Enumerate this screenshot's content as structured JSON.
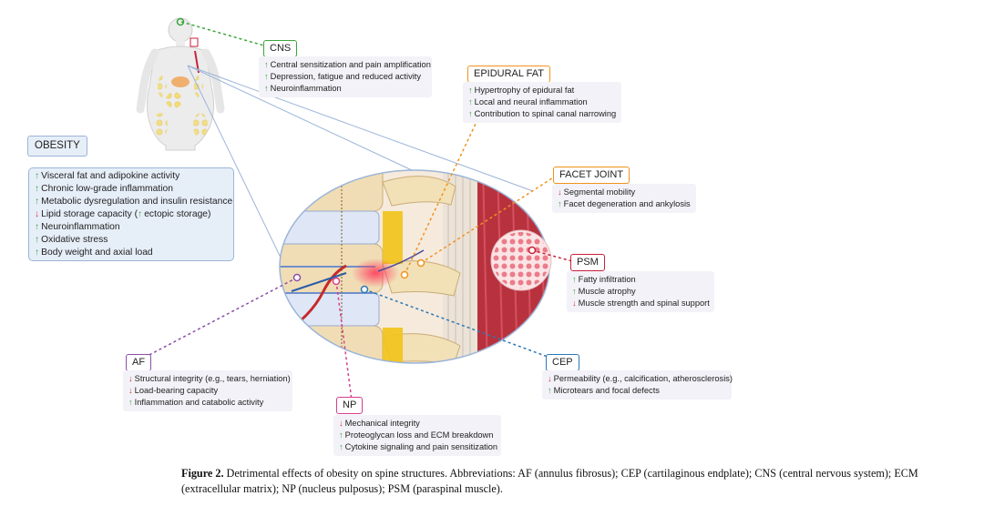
{
  "obesity": {
    "title": "OBESITY",
    "items": [
      {
        "dir": "up",
        "text": "Visceral fat and adipokine activity"
      },
      {
        "dir": "up",
        "text": "Chronic low-grade inflammation"
      },
      {
        "dir": "up",
        "text": "Metabolic dysregulation and insulin resistance"
      },
      {
        "dir": "down",
        "text": "Lipid storage capacity (",
        "extra_dir": "up",
        "extra_text": "ectopic storage)"
      },
      {
        "dir": "up",
        "text": "Neuroinflammation"
      },
      {
        "dir": "up",
        "text": "Oxidative stress"
      },
      {
        "dir": "up",
        "text": "Body weight and axial load"
      }
    ]
  },
  "cns": {
    "title": "CNS",
    "items": [
      {
        "dir": "up",
        "text": "Central sensitization and pain amplification"
      },
      {
        "dir": "up",
        "text": "Depression, fatigue and reduced activity"
      },
      {
        "dir": "up",
        "text": "Neuroinflammation"
      }
    ]
  },
  "epidural_fat": {
    "title": "EPIDURAL FAT",
    "items": [
      {
        "dir": "up",
        "text": "Hypertrophy of epidural fat"
      },
      {
        "dir": "up",
        "text": "Local and neural inflammation"
      },
      {
        "dir": "up",
        "text": "Contribution to spinal canal narrowing"
      }
    ]
  },
  "facet_joint": {
    "title": "FACET JOINT",
    "items": [
      {
        "dir": "down",
        "text": "Segmental mobility"
      },
      {
        "dir": "up",
        "text": "Facet degeneration and ankylosis"
      }
    ]
  },
  "psm": {
    "title": "PSM",
    "items": [
      {
        "dir": "up",
        "text": "Fatty infiltration"
      },
      {
        "dir": "up",
        "text": "Muscle atrophy"
      },
      {
        "dir": "down",
        "text": "Muscle strength and spinal support"
      }
    ]
  },
  "cep": {
    "title": "CEP",
    "items": [
      {
        "dir": "down",
        "text": "Permeability (e.g., calcification, atherosclerosis)"
      },
      {
        "dir": "up",
        "text": "Microtears and focal defects"
      }
    ]
  },
  "af": {
    "title": "AF",
    "items": [
      {
        "dir": "down",
        "text": "Structural integrity (e.g., tears, herniation)"
      },
      {
        "dir": "down",
        "text": "Load-bearing capacity"
      },
      {
        "dir": "up",
        "text": "Inflammation and catabolic activity"
      }
    ]
  },
  "np": {
    "title": "NP",
    "items": [
      {
        "dir": "down",
        "text": "Mechanical integrity"
      },
      {
        "dir": "up",
        "text": "Proteoglycan loss and ECM breakdown"
      },
      {
        "dir": "up",
        "text": "Cytokine signaling and pain sensitization"
      }
    ]
  },
  "caption": {
    "label": "Figure 2.",
    "text": " Detrimental effects of obesity on spine structures. Abbreviations: AF (annulus fibrosus); CEP (cartilaginous endplate); CNS (central nervous system); ECM (extracellular matrix); NP (nucleus pulposus); PSM (paraspinal muscle)."
  },
  "colors": {
    "up_arrow": "#3aa53a",
    "down_arrow": "#d0312d",
    "cns": "#3aa53a",
    "epidural_fat": "#f0931e",
    "facet_joint": "#f0931e",
    "psm": "#c8223a",
    "cep": "#2a78b8",
    "af": "#8b4fa8",
    "np": "#d63e8e",
    "obesity": "#9cb5d8"
  },
  "arrows": {
    "up": "↑",
    "down": "↓"
  }
}
